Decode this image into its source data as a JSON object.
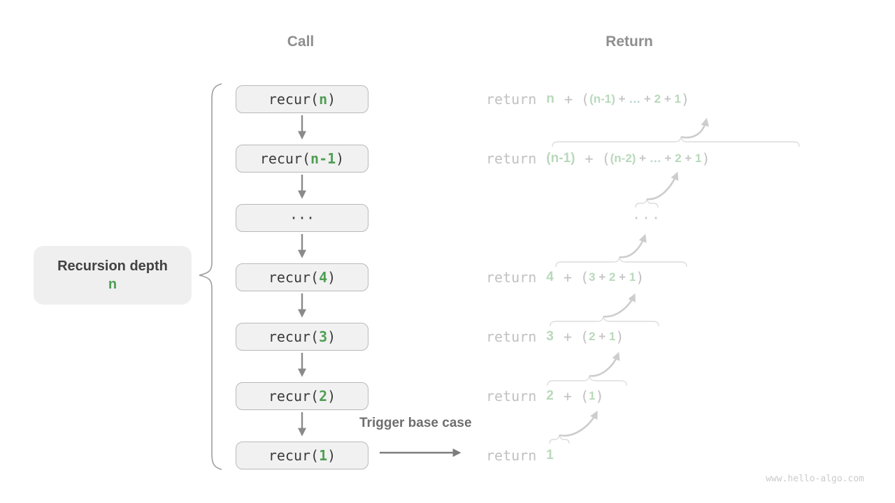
{
  "headers": {
    "call": "Call",
    "return": "Return"
  },
  "depth_label": {
    "line1": "Recursion depth",
    "line2": "n"
  },
  "annotations": {
    "trigger": "Trigger base case",
    "watermark": "www.hello-algo.com"
  },
  "colors": {
    "box_text_green": "#4f9e54",
    "box_fill": "#f1f1f1",
    "box_border": "#b9b9b9",
    "return_muted_gray": "#c1c1c1",
    "return_light_green": "#b9d9bb",
    "return_dots_teal": "#b5d4d2",
    "header_gray": "#8e8e8e",
    "arrow_gray": "#8a8a8a",
    "light_arrow_gray": "#cdcdcd"
  },
  "call_stack": [
    {
      "segments": [
        {
          "t": "recur(",
          "c": "code"
        },
        {
          "t": "n",
          "c": "green"
        },
        {
          "t": ")",
          "c": "code"
        }
      ]
    },
    {
      "segments": [
        {
          "t": "recur(",
          "c": "code"
        },
        {
          "t": "n-1",
          "c": "green"
        },
        {
          "t": ")",
          "c": "code"
        }
      ]
    },
    {
      "segments": [
        {
          "t": "···",
          "c": "code"
        }
      ]
    },
    {
      "segments": [
        {
          "t": "recur(",
          "c": "code"
        },
        {
          "t": "4",
          "c": "green"
        },
        {
          "t": ")",
          "c": "code"
        }
      ]
    },
    {
      "segments": [
        {
          "t": "recur(",
          "c": "code"
        },
        {
          "t": "3",
          "c": "green"
        },
        {
          "t": ")",
          "c": "code"
        }
      ]
    },
    {
      "segments": [
        {
          "t": "recur(",
          "c": "code"
        },
        {
          "t": "2",
          "c": "green"
        },
        {
          "t": ")",
          "c": "code"
        }
      ]
    },
    {
      "segments": [
        {
          "t": "recur(",
          "c": "code"
        },
        {
          "t": "1",
          "c": "green"
        },
        {
          "t": ")",
          "c": "code"
        }
      ]
    }
  ],
  "return_rows": [
    {
      "segments": [
        {
          "t": "return ",
          "c": "kw"
        },
        {
          "t": "n",
          "c": "res"
        },
        {
          "t": " + (",
          "c": "op"
        },
        {
          "t": "(n-1)",
          "c": "subg"
        },
        {
          "t": " + ",
          "c": "sub"
        },
        {
          "t": "…",
          "c": "dots"
        },
        {
          "t": " + ",
          "c": "sub"
        },
        {
          "t": "2",
          "c": "subg"
        },
        {
          "t": " + ",
          "c": "sub"
        },
        {
          "t": "1",
          "c": "subg"
        },
        {
          "t": ")",
          "c": "op"
        }
      ]
    },
    {
      "segments": [
        {
          "t": "return ",
          "c": "kw"
        },
        {
          "t": "(n-1)",
          "c": "res"
        },
        {
          "t": " + (",
          "c": "op"
        },
        {
          "t": "(n-2)",
          "c": "subg"
        },
        {
          "t": " + ",
          "c": "sub"
        },
        {
          "t": "…",
          "c": "dots"
        },
        {
          "t": " + ",
          "c": "sub"
        },
        {
          "t": "2",
          "c": "subg"
        },
        {
          "t": " + ",
          "c": "sub"
        },
        {
          "t": "1",
          "c": "subg"
        },
        {
          "t": ")",
          "c": "op"
        }
      ]
    },
    {
      "ellipsis": true,
      "segments": [
        {
          "t": "···",
          "c": "ellipsis"
        }
      ]
    },
    {
      "segments": [
        {
          "t": "return ",
          "c": "kw"
        },
        {
          "t": "4",
          "c": "res"
        },
        {
          "t": " + (",
          "c": "op"
        },
        {
          "t": "3",
          "c": "subg"
        },
        {
          "t": " + ",
          "c": "sub"
        },
        {
          "t": "2",
          "c": "subg"
        },
        {
          "t": " + ",
          "c": "sub"
        },
        {
          "t": "1",
          "c": "subg"
        },
        {
          "t": ")",
          "c": "op"
        }
      ]
    },
    {
      "segments": [
        {
          "t": "return ",
          "c": "kw"
        },
        {
          "t": "3",
          "c": "res"
        },
        {
          "t": " + (",
          "c": "op"
        },
        {
          "t": "2",
          "c": "subg"
        },
        {
          "t": " + ",
          "c": "sub"
        },
        {
          "t": "1",
          "c": "subg"
        },
        {
          "t": ")",
          "c": "op"
        }
      ]
    },
    {
      "segments": [
        {
          "t": "return ",
          "c": "kw"
        },
        {
          "t": "2",
          "c": "res"
        },
        {
          "t": " + (",
          "c": "op"
        },
        {
          "t": "1",
          "c": "subg"
        },
        {
          "t": ")",
          "c": "op"
        }
      ]
    },
    {
      "segments": [
        {
          "t": "return ",
          "c": "kw"
        },
        {
          "t": "1",
          "c": "res"
        }
      ]
    }
  ]
}
